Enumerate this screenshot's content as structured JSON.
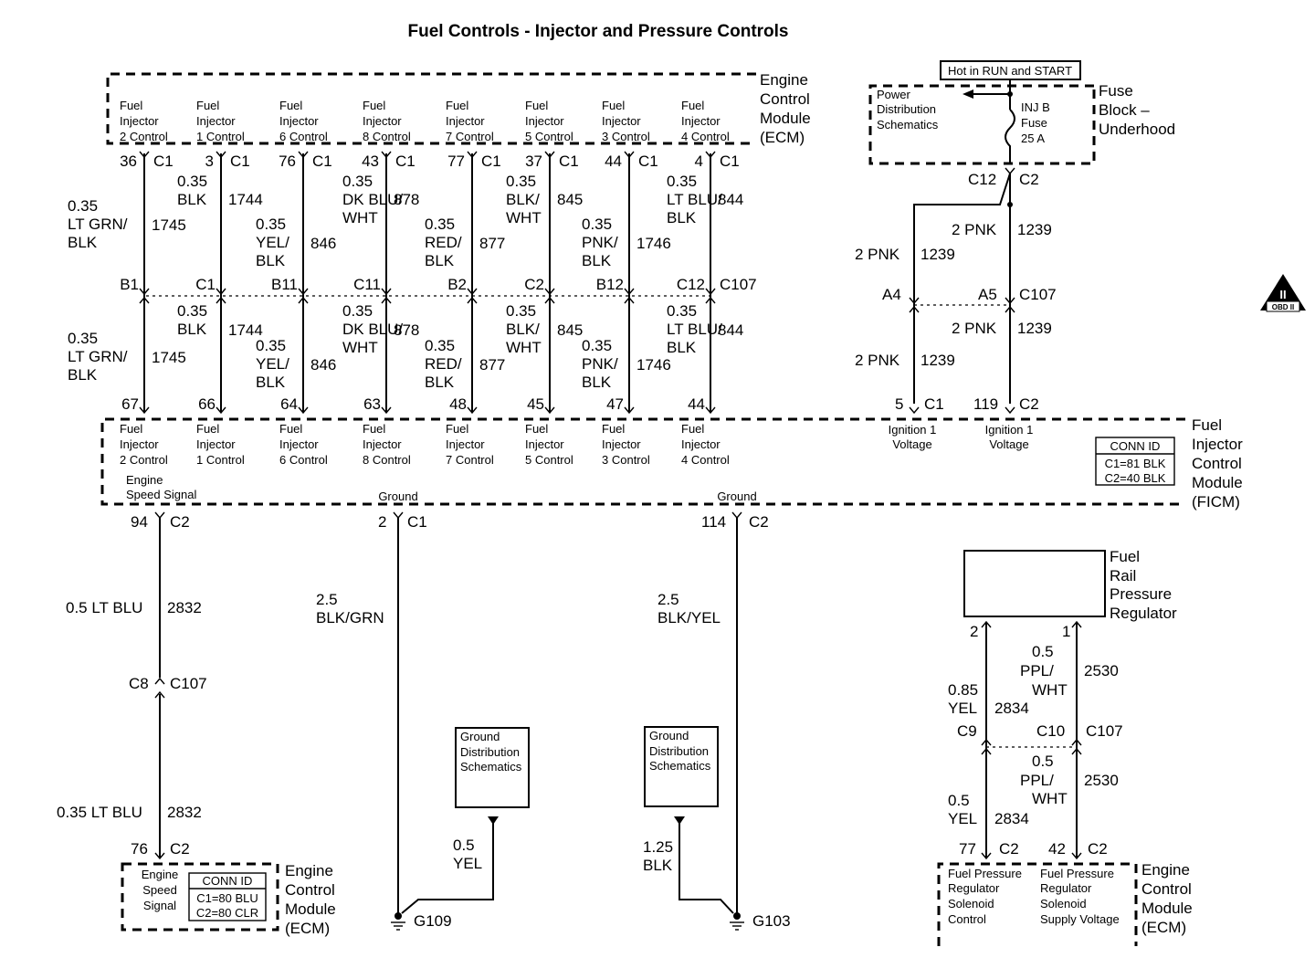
{
  "title": "Fuel Controls - Injector and Pressure Controls",
  "ecm_top": {
    "name": [
      "Engine",
      "Control",
      "Module",
      "(ECM)"
    ],
    "pins": [
      {
        "label": [
          "Fuel",
          "Injector",
          "2 Control"
        ],
        "pin": "36",
        "conn": "C1"
      },
      {
        "label": [
          "Fuel",
          "Injector",
          "1 Control"
        ],
        "pin": "3",
        "conn": "C1"
      },
      {
        "label": [
          "Fuel",
          "Injector",
          "6 Control"
        ],
        "pin": "76",
        "conn": "C1"
      },
      {
        "label": [
          "Fuel",
          "Injector",
          "8 Control"
        ],
        "pin": "43",
        "conn": "C1"
      },
      {
        "label": [
          "Fuel",
          "Injector",
          "7 Control"
        ],
        "pin": "77",
        "conn": "C1"
      },
      {
        "label": [
          "Fuel",
          "Injector",
          "5 Control"
        ],
        "pin": "37",
        "conn": "C1"
      },
      {
        "label": [
          "Fuel",
          "Injector",
          "3 Control"
        ],
        "pin": "44",
        "conn": "C1"
      },
      {
        "label": [
          "Fuel",
          "Injector",
          "4 Control"
        ],
        "pin": "4",
        "conn": "C1"
      }
    ]
  },
  "wires_upper": [
    {
      "size": "0.35",
      "color": [
        "LT GRN/",
        "BLK"
      ],
      "circuit": "1745"
    },
    {
      "size": "0.35",
      "color": [
        "BLK"
      ],
      "circuit": "1744"
    },
    {
      "size": "0.35",
      "color": [
        "YEL/",
        "BLK"
      ],
      "circuit": "846"
    },
    {
      "size": "0.35",
      "color": [
        "DK BLU/",
        "WHT"
      ],
      "circuit": "878"
    },
    {
      "size": "0.35",
      "color": [
        "RED/",
        "BLK"
      ],
      "circuit": "877"
    },
    {
      "size": "0.35",
      "color": [
        "BLK/",
        "WHT"
      ],
      "circuit": "845"
    },
    {
      "size": "0.35",
      "color": [
        "PNK/",
        "BLK"
      ],
      "circuit": "1746"
    },
    {
      "size": "0.35",
      "color": [
        "LT BLU/",
        "BLK"
      ],
      "circuit": "844"
    }
  ],
  "c107_pins": [
    "B1",
    "C1",
    "B11",
    "C11",
    "B2",
    "C2",
    "B12",
    "C12"
  ],
  "c107_label": "C107",
  "ficm_pins": [
    "67",
    "66",
    "64",
    "63",
    "48",
    "45",
    "47",
    "44"
  ],
  "fuse_block": {
    "hot_label": "Hot in RUN and START",
    "power_dist": [
      "Power",
      "Distribution",
      "Schematics"
    ],
    "fuse": [
      "INJ B",
      "Fuse",
      "25 A"
    ],
    "name": [
      "Fuse",
      "Block –",
      "Underhood"
    ],
    "out_c12": "C12",
    "out_c2": "C2"
  },
  "pnk_wires": {
    "size_color": "2 PNK",
    "circuit": "1239",
    "a4": "A4",
    "a5": "A5",
    "c107": "C107",
    "ficm_left_pin": "5",
    "ficm_left_conn": "C1",
    "ficm_right_pin": "119",
    "ficm_right_conn": "C2"
  },
  "ficm": {
    "name": [
      "Fuel",
      "Injector",
      "Control",
      "Module",
      "(FICM)"
    ],
    "ign_label": [
      "Ignition 1",
      "Voltage"
    ],
    "speed_label": [
      "Engine",
      "Speed Signal"
    ],
    "ground_label": "Ground",
    "conn_id_title": "CONN ID",
    "conn_id_lines": [
      "C1=81 BLK",
      "C2=40 BLK"
    ]
  },
  "speed_wire": {
    "pin_top": "94",
    "conn_top": "C2",
    "upper": "0.5 LT BLU",
    "circuit": "2832",
    "inline_pin": "C8",
    "inline_conn": "C107",
    "lower": "0.35 LT BLU",
    "pin_bottom": "76",
    "conn_bottom": "C2"
  },
  "ecm_bottom_left": {
    "label": [
      "Engine",
      "Speed",
      "Signal"
    ],
    "conn_id_title": "CONN ID",
    "conn_id_lines": [
      "C1=80 BLU",
      "C2=80 CLR"
    ],
    "name": [
      "Engine",
      "Control",
      "Module",
      "(ECM)"
    ]
  },
  "ground_g109": {
    "pin": "2",
    "conn": "C1",
    "wire": [
      "2.5",
      "BLK/GRN"
    ],
    "branch": [
      "0.5",
      "YEL"
    ],
    "dist_box": [
      "Ground",
      "Distribution",
      "Schematics"
    ],
    "ground": "G109"
  },
  "ground_g103": {
    "pin": "114",
    "conn": "C2",
    "wire": [
      "2.5",
      "BLK/YEL"
    ],
    "branch": [
      "1.25",
      "BLK"
    ],
    "dist_box": [
      "Ground",
      "Distribution",
      "Schematics"
    ],
    "ground": "G103"
  },
  "regulator": {
    "name": [
      "Fuel",
      "Rail",
      "Pressure",
      "Regulator"
    ],
    "pin_left": "2",
    "pin_right": "1",
    "left_wire_upper": [
      "0.85",
      "YEL"
    ],
    "left_circuit": "2834",
    "right_wire_upper": [
      "0.5",
      "PPL/",
      "WHT"
    ],
    "right_circuit": "2530",
    "c9": "C9",
    "c10": "C10",
    "c107": "C107",
    "left_wire_lower": [
      "0.5",
      "YEL"
    ],
    "right_wire_lower": [
      "0.5",
      "PPL/",
      "WHT"
    ],
    "ecm_left_pin": "77",
    "ecm_left_conn": "C2",
    "ecm_right_pin": "42",
    "ecm_right_conn": "C2"
  },
  "ecm_bottom_right": {
    "left_label": [
      "Fuel Pressure",
      "Regulator",
      "Solenoid",
      "Control"
    ],
    "right_label": [
      "Fuel Pressure",
      "Regulator",
      "Solenoid",
      "Supply Voltage"
    ],
    "name": [
      "Engine",
      "Control",
      "Module",
      "(ECM)"
    ]
  },
  "obd_badge": {
    "top": "II",
    "bottom": "OBD II"
  }
}
